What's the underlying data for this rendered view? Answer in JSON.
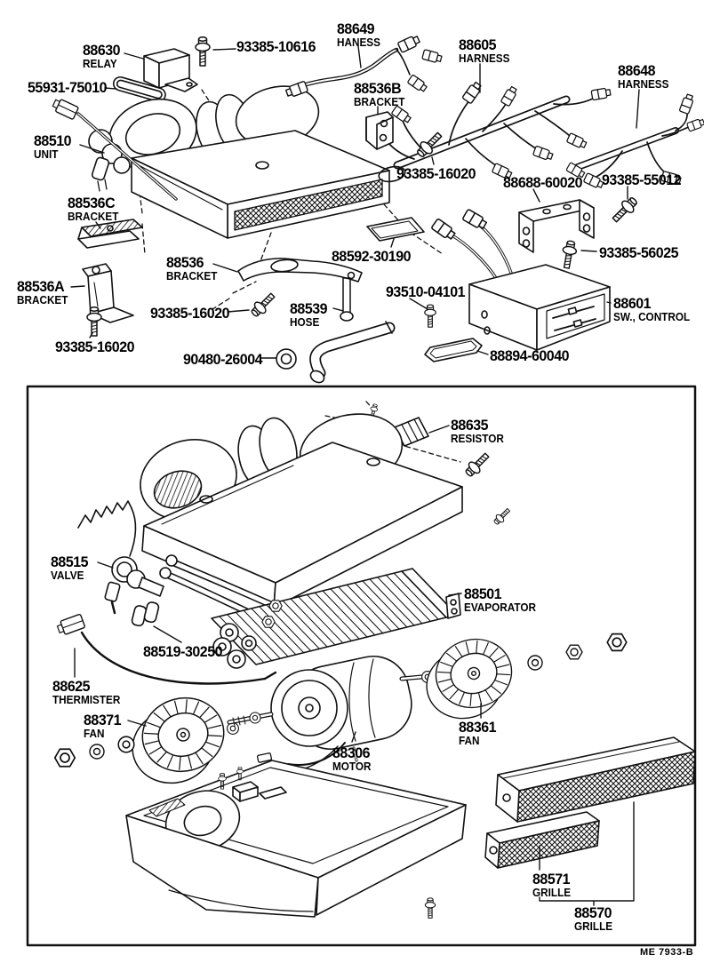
{
  "doc": {
    "code": "ME 7933-B"
  },
  "colors": {
    "ink": "#111111",
    "background": "#ffffff"
  },
  "parts": {
    "relay": {
      "number": "88630",
      "name": "RELAY"
    },
    "bolt10616": {
      "number": "93385-10616"
    },
    "harness88649": {
      "number": "88649",
      "name": "HANESS"
    },
    "harness88605": {
      "number": "88605",
      "name": "HARNESS"
    },
    "harness88648": {
      "number": "88648",
      "name": "HARNESS"
    },
    "gasket55931": {
      "number": "55931-75010"
    },
    "bracket88536b": {
      "number": "88536B",
      "name": "BRACKET"
    },
    "unit": {
      "number": "88510",
      "name": "UNIT"
    },
    "bolt16020a": {
      "number": "93385-16020"
    },
    "bracket88688": {
      "number": "88688-60020"
    },
    "bolt55012": {
      "number": "93385-55012"
    },
    "bracket88536c": {
      "number": "88536C",
      "name": "BRACKET"
    },
    "pad88592": {
      "number": "88592-30190"
    },
    "bolt56025": {
      "number": "93385-56025"
    },
    "bracket88536": {
      "number": "88536",
      "name": "BRACKET"
    },
    "bracket88536a": {
      "number": "88536A",
      "name": "BRACKET"
    },
    "bolt16020b": {
      "number": "93385-16020"
    },
    "hose": {
      "number": "88539",
      "name": "HOSE"
    },
    "screw93510": {
      "number": "93510-04101"
    },
    "control": {
      "number": "88601",
      "name": "SW., CONTROL"
    },
    "bolt16020c": {
      "number": "93385-16020"
    },
    "grommet": {
      "number": "90480-26004"
    },
    "plate88894": {
      "number": "88894-60040"
    },
    "resistor": {
      "number": "88635",
      "name": "RESISTOR"
    },
    "valve": {
      "number": "88515",
      "name": "VALVE"
    },
    "evaporator": {
      "number": "88501",
      "name": "EVAPORATOR"
    },
    "clamp88519": {
      "number": "88519-30250"
    },
    "thermister": {
      "number": "88625",
      "name": "THERMISTER"
    },
    "fan88371": {
      "number": "88371",
      "name": "FAN"
    },
    "fan88361": {
      "number": "88361",
      "name": "FAN"
    },
    "motor": {
      "number": "88306",
      "name": "MOTOR"
    },
    "grille88571": {
      "number": "88571",
      "name": "GRILLE"
    },
    "grille88570": {
      "number": "88570",
      "name": "GRILLE"
    }
  }
}
